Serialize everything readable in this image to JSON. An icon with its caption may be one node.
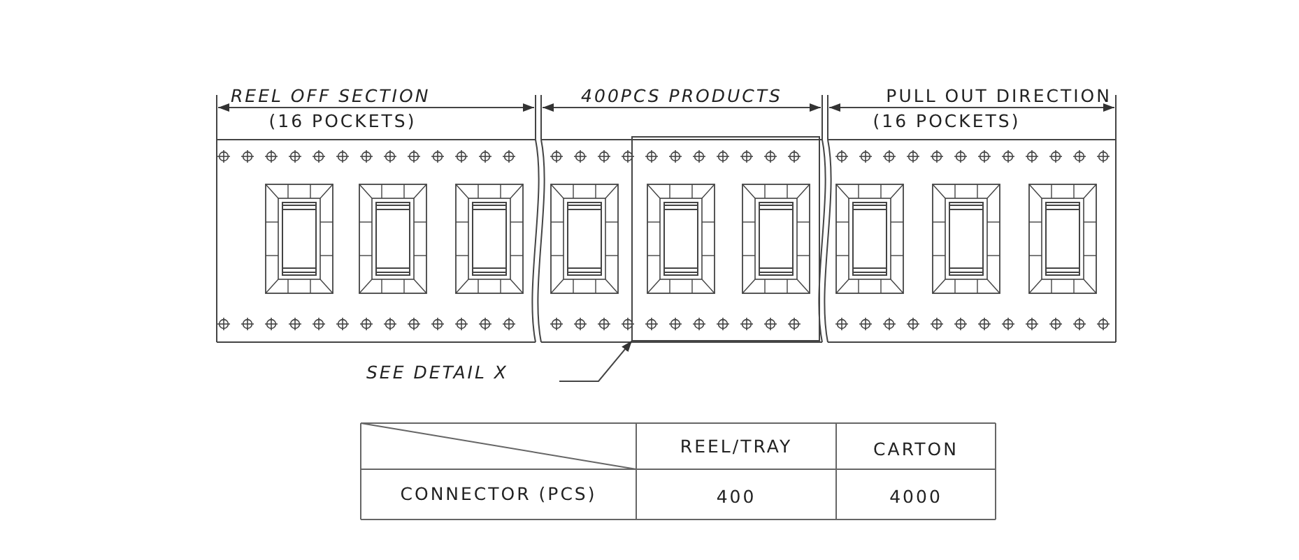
{
  "diagram": {
    "nodes": [
      {
        "text": [
          "SEE DETAIL X"
        ]
      },
      {
        "text": [],
        "shape": "box"
      }
    ],
    "edges": [
      {
        "from": 0,
        "to": 1,
        "arrow": "to"
      }
    ],
    "labels": [
      "REEL OFF SECTION",
      "(16 POCKETS)",
      "400PCS PRODUCTS",
      "PULL OUT DIRECTION",
      "(16 POCKETS)",
      "REEL/TRAY",
      "CARTON",
      "CONNECTOR (PCS)",
      "400",
      "4000"
    ]
  }
}
